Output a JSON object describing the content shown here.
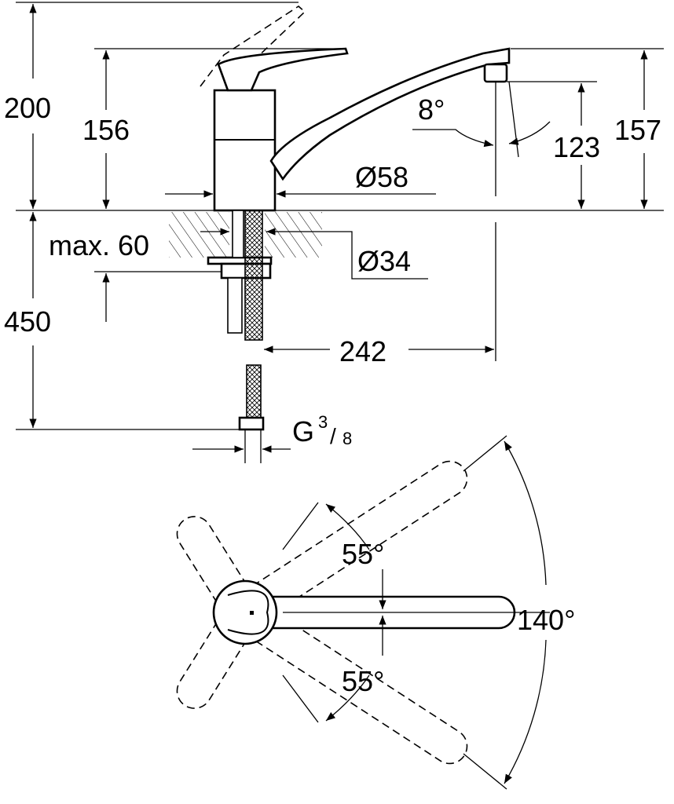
{
  "drawing": {
    "side_view": {
      "dims": {
        "total_height": "200",
        "body_height": "156",
        "spout_height": "157",
        "outlet_height": "123",
        "spout_angle": "8°",
        "body_diameter": "Ø58",
        "max_deck_thickness": "max. 60",
        "hole_diameter": "Ø34",
        "hose_length": "450",
        "spout_reach": "242",
        "connection_thread": "G",
        "thread_num": "3",
        "thread_den": "8"
      }
    },
    "top_view": {
      "dims": {
        "angle_upper": "55°",
        "angle_lower": "55°",
        "swivel_range": "140°"
      }
    }
  }
}
